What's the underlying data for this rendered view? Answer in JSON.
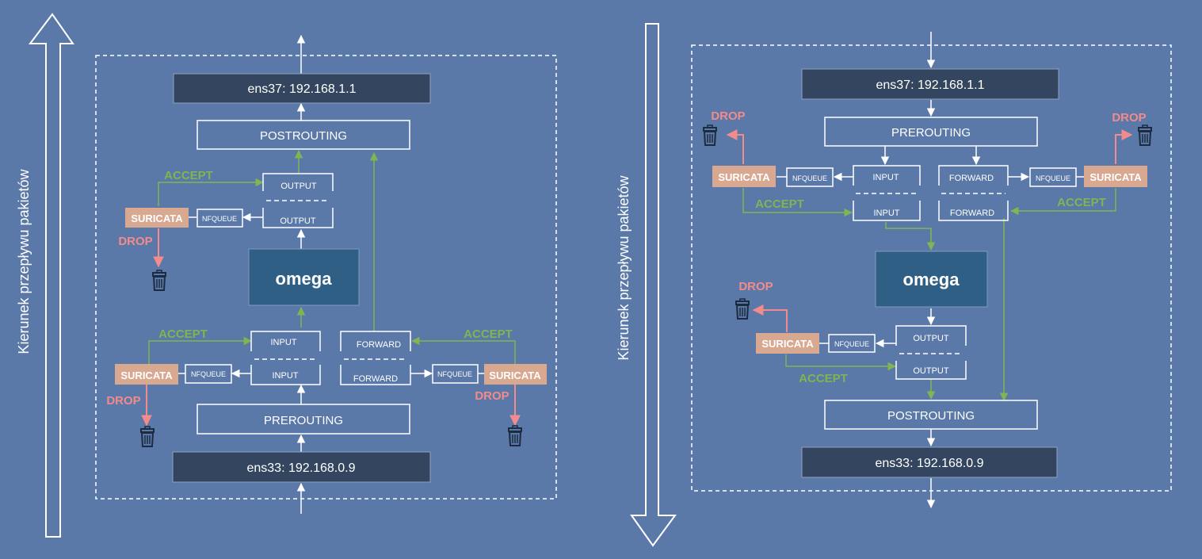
{
  "direction_label": "Kierunek przepływu pakietów",
  "colors": {
    "background": "#5a78a8",
    "accept": "#7fb653",
    "drop": "#f28b8b",
    "suricata_fill": "#d9a891",
    "interface_fill": "#34465f",
    "omega_fill": "#2f5f85",
    "line": "#ffffff"
  },
  "outgoing": {
    "interface_top": "ens37: 192.168.1.1",
    "interface_bottom": "ens33: 192.168.0.9",
    "postrouting": "POSTROUTING",
    "prerouting": "PREROUTING",
    "omega": "omega",
    "output_a": "OUTPUT",
    "output_b": "OUTPUT",
    "input_a": "INPUT",
    "input_b": "INPUT",
    "forward_a": "FORWARD",
    "forward_b": "FORWARD",
    "nfqueue": "NFQUEUE",
    "suricata": "SURICATA",
    "accept": "ACCEPT",
    "drop": "DROP"
  },
  "incoming": {
    "interface_top": "ens37: 192.168.1.1",
    "interface_bottom": "ens33: 192.168.0.9",
    "prerouting": "PREROUTING",
    "postrouting": "POSTROUTING",
    "omega": "omega",
    "input_a": "INPUT",
    "input_b": "INPUT",
    "forward_a": "FORWARD",
    "forward_b": "FORWARD",
    "output_a": "OUTPUT",
    "output_b": "OUTPUT",
    "nfqueue": "NFQUEUE",
    "suricata": "SURICATA",
    "accept": "ACCEPT",
    "drop": "DROP"
  }
}
